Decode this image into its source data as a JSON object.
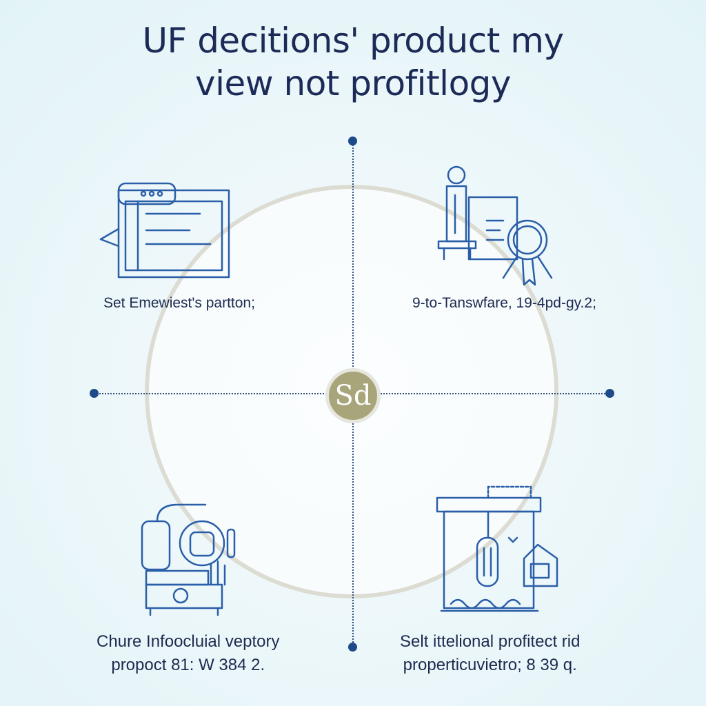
{
  "title": {
    "line1": "UF decitions' product my",
    "line2": "view not profitlogy"
  },
  "center_logo": "Sd",
  "quadrants": [
    {
      "icon": "browser-window-icon",
      "label": "Set Emewiest's partton;"
    },
    {
      "icon": "certificate-award-icon",
      "label": "9-to-Tanswfare, 19-4pd-gy.2;"
    },
    {
      "icon": "machine-equipment-icon",
      "line1": "Chure Infoocluial veptory",
      "line2": "propoct 81: W 384 2."
    },
    {
      "icon": "factory-house-icon",
      "line1": "Selt ittelional profitect rid",
      "line2": "properticuvietro; 8 39 q."
    }
  ],
  "colors": {
    "title": "#1c2a57",
    "accent": "#2a5ea8",
    "center": "#a8a57a"
  }
}
